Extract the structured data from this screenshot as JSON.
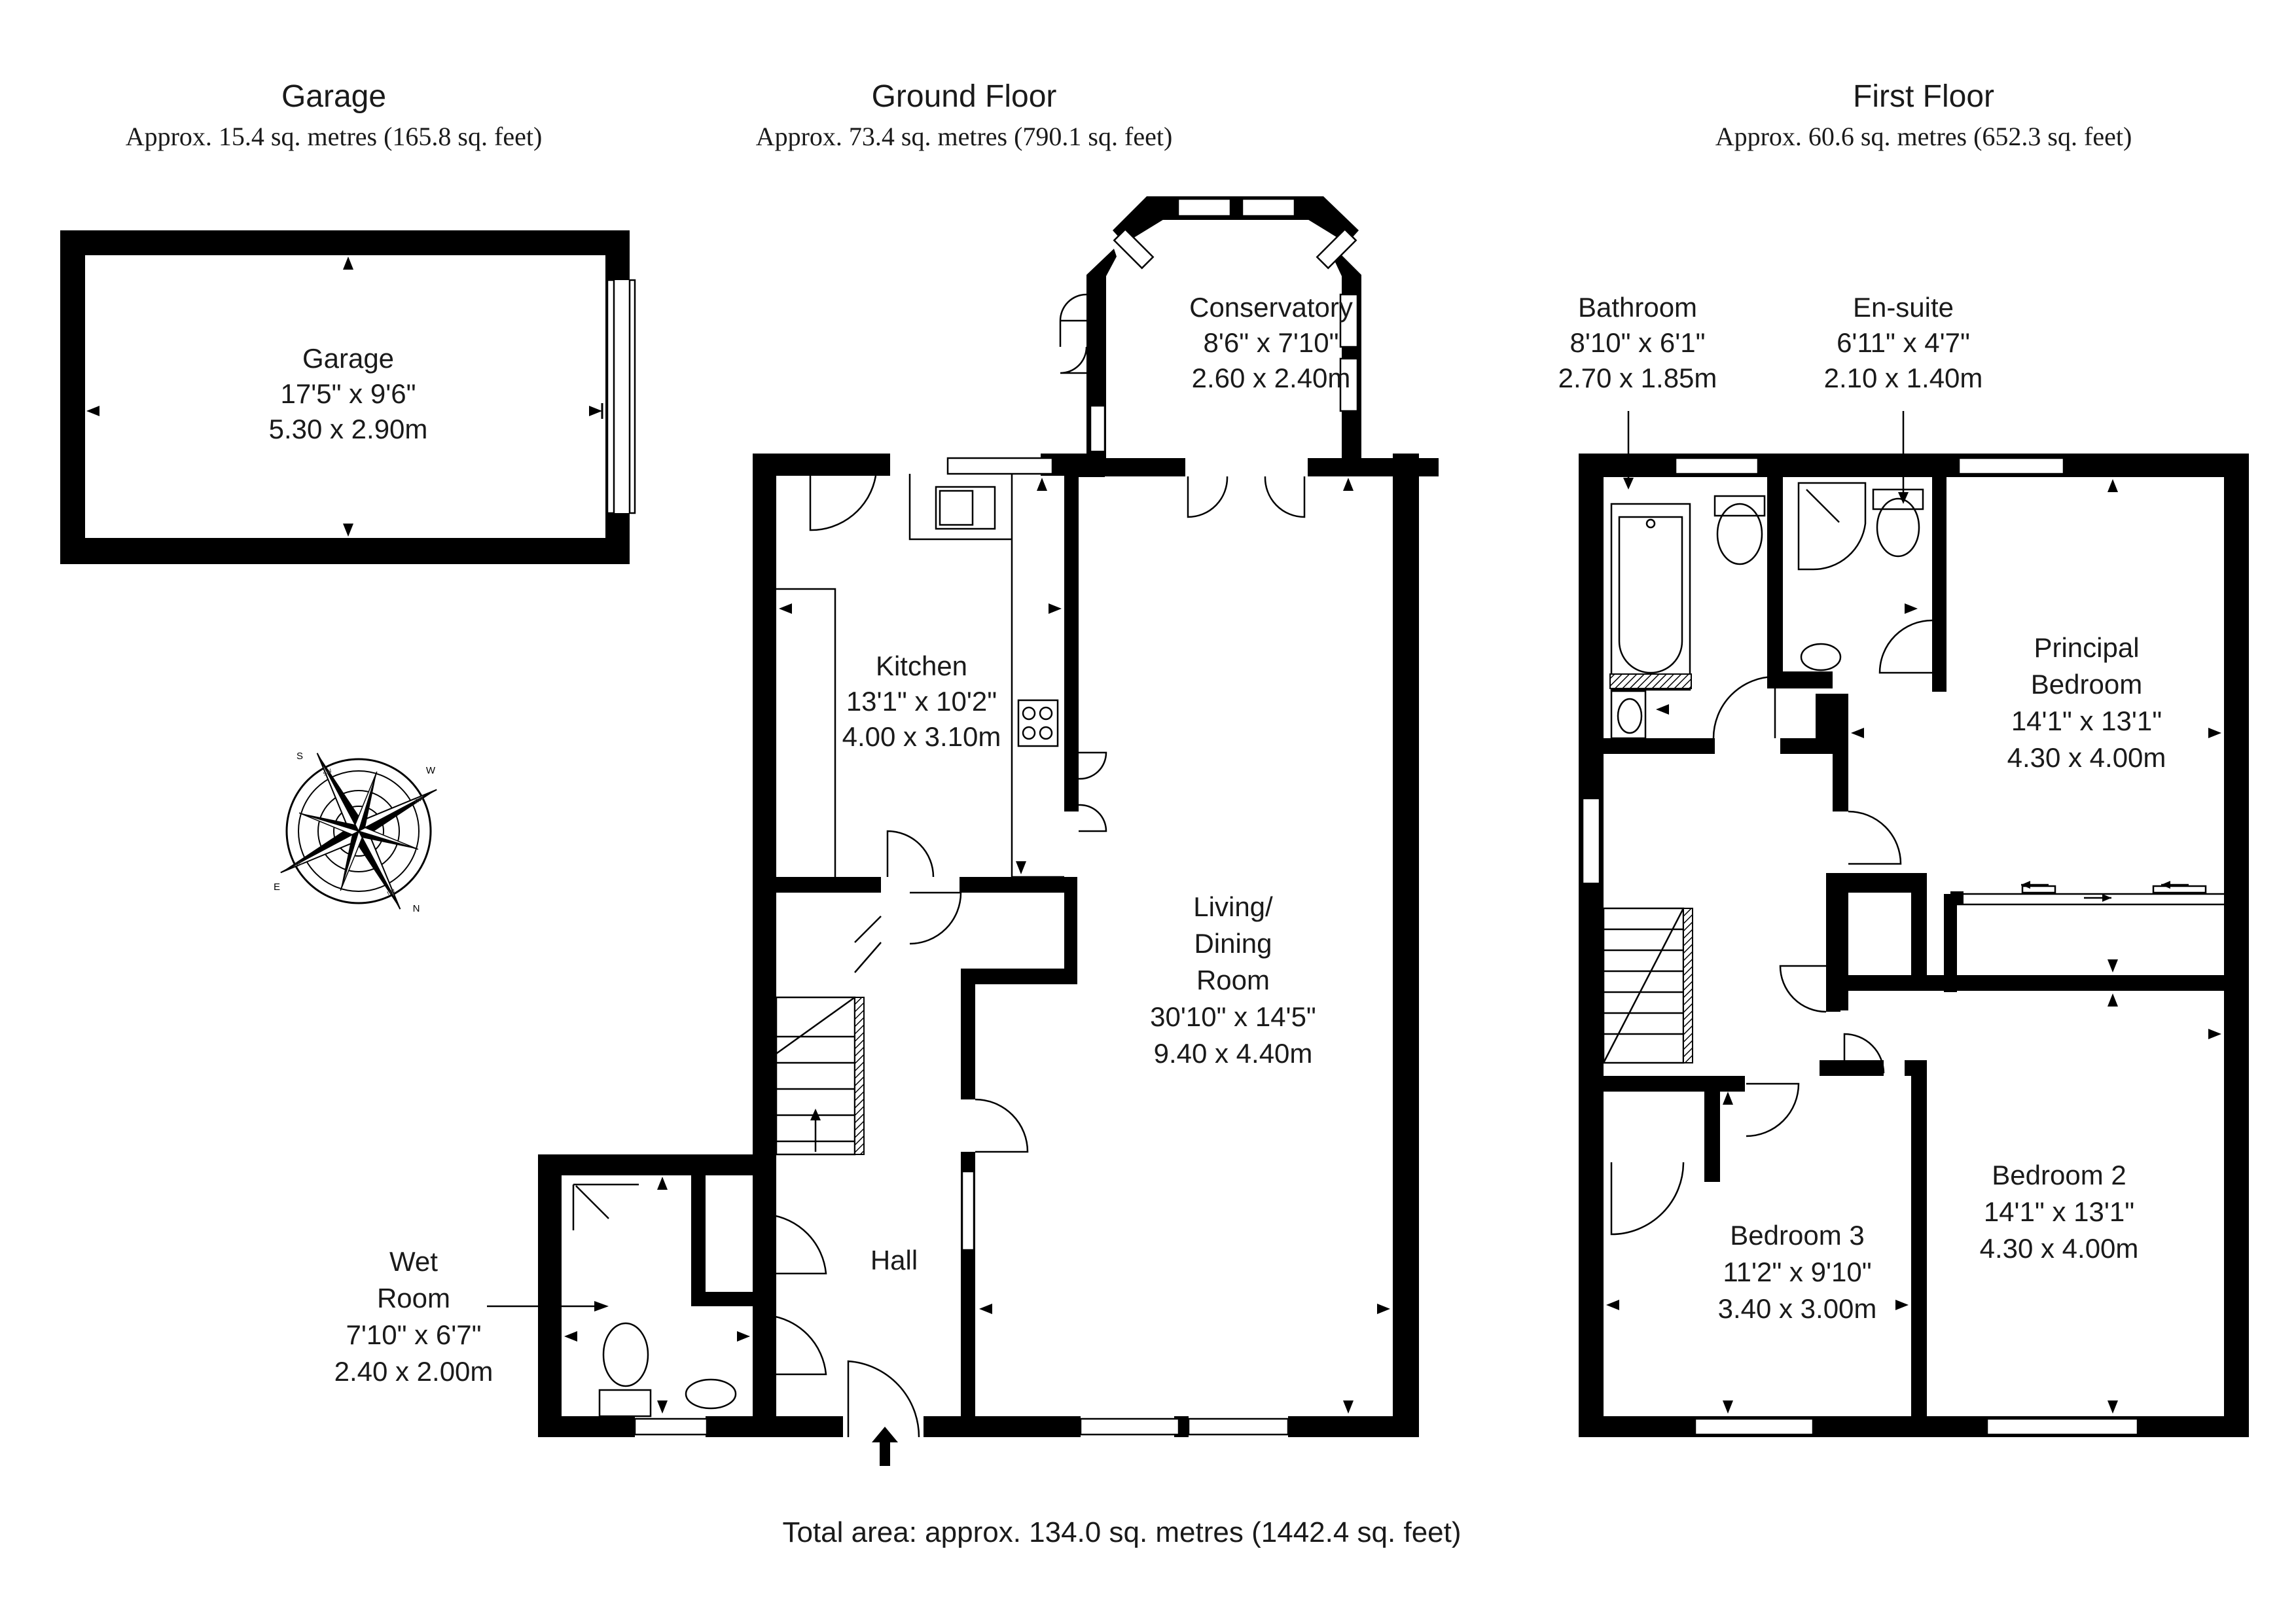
{
  "garage": {
    "header": "Garage",
    "area": "Approx. 15.4 sq. metres (165.8 sq. feet)",
    "room": {
      "name": "Garage",
      "imperial": "17'5\" x 9'6\"",
      "metric": "5.30 x 2.90m"
    }
  },
  "ground_floor": {
    "header": "Ground Floor",
    "area": "Approx. 73.4 sq. metres (790.1 sq. feet)",
    "conservatory": {
      "name": "Conservatory",
      "imperial": "8'6\" x 7'10\"",
      "metric": "2.60 x 2.40m"
    },
    "kitchen": {
      "name": "Kitchen",
      "imperial": "13'1\" x 10'2\"",
      "metric": "4.00 x 3.10m"
    },
    "living": {
      "name_1": "Living/",
      "name_2": "Dining",
      "name_3": "Room",
      "imperial": "30'10\" x 14'5\"",
      "metric": "9.40 x 4.40m"
    },
    "hall": {
      "name": "Hall"
    },
    "wet_room": {
      "name_1": "Wet",
      "name_2": "Room",
      "imperial": "7'10\" x 6'7\"",
      "metric": "2.40 x 2.00m"
    }
  },
  "first_floor": {
    "header": "First Floor",
    "area": "Approx. 60.6 sq. metres (652.3 sq. feet)",
    "bathroom": {
      "name": "Bathroom",
      "imperial": "8'10\" x 6'1\"",
      "metric": "2.70 x 1.85m"
    },
    "ensuite": {
      "name": "En-suite",
      "imperial": "6'11\" x 4'7\"",
      "metric": "2.10 x 1.40m"
    },
    "principal": {
      "name_1": "Principal",
      "name_2": "Bedroom",
      "imperial": "14'1\" x 13'1\"",
      "metric": "4.30 x 4.00m"
    },
    "bedroom2": {
      "name": "Bedroom 2",
      "imperial": "14'1\" x 13'1\"",
      "metric": "4.30 x 4.00m"
    },
    "bedroom3": {
      "name": "Bedroom 3",
      "imperial": "11'2\" x 9'10\"",
      "metric": "3.40 x 3.00m"
    }
  },
  "total": "Total area: approx. 134.0 sq. metres (1442.4 sq. feet)",
  "compass": {
    "icon": "compass-rose-icon",
    "letters": {
      "n": "N",
      "s": "S",
      "e": "E",
      "w": "W"
    },
    "minor": {
      "ne": "ne",
      "nw": "nw",
      "se": "se",
      "sw": "sw"
    }
  }
}
